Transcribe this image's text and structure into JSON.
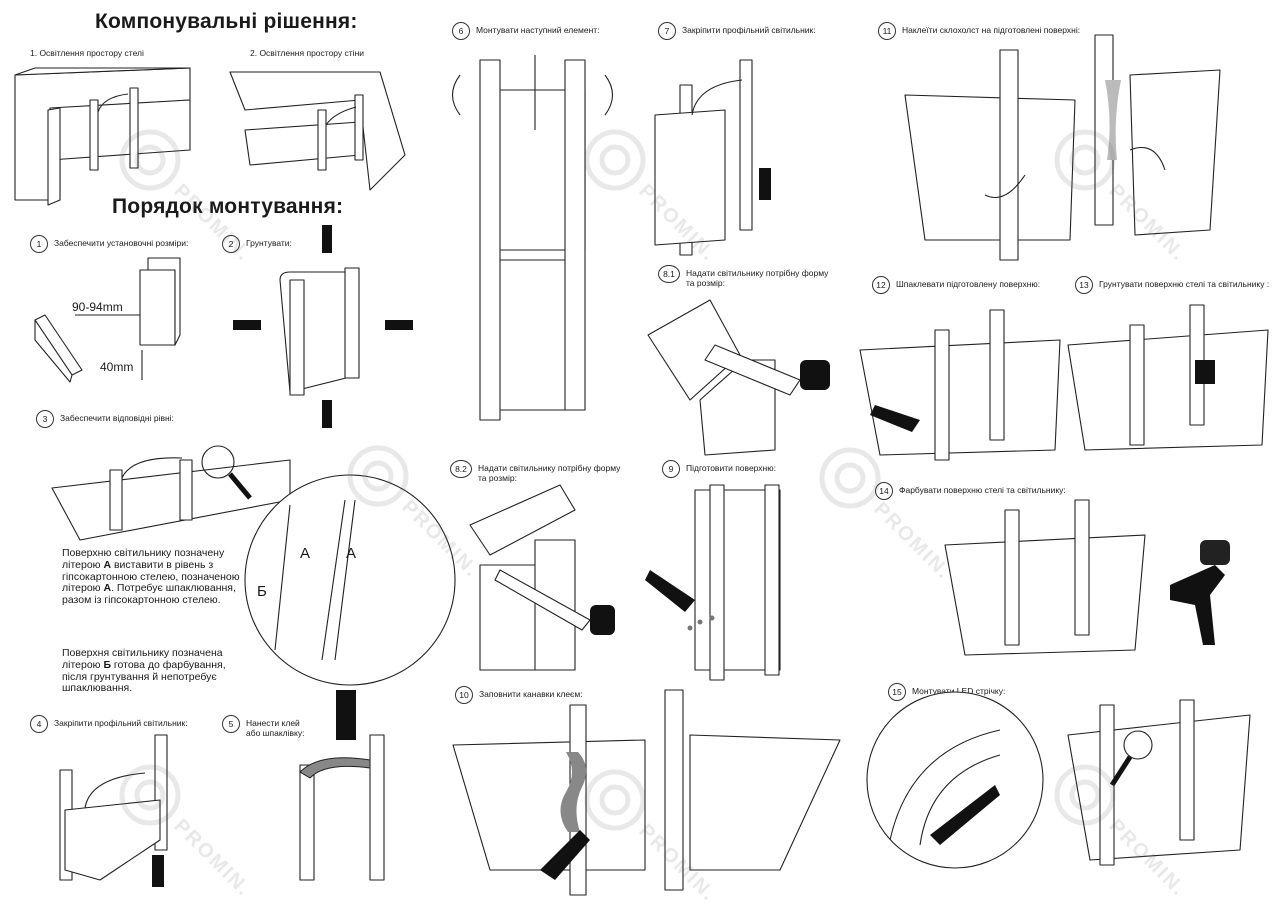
{
  "headings": {
    "solutions": "Компонувальні рішення:",
    "order": "Порядок монтування:"
  },
  "solutions": [
    {
      "label": "1. Освітлення простору стелі"
    },
    {
      "label": "2. Освітлення простору стіни"
    }
  ],
  "steps": [
    {
      "num": "1",
      "text": "Забеспечити установочні розміри:"
    },
    {
      "num": "2",
      "text": "Грунтувати:"
    },
    {
      "num": "3",
      "text": "Забеспечити відповідні рівні:"
    },
    {
      "num": "4",
      "text": "Закріпити профільний світильник:"
    },
    {
      "num": "5",
      "text": "Нанести клей\nабо шпаклівку:"
    },
    {
      "num": "6",
      "text": "Монтувати наступний елемент:"
    },
    {
      "num": "7",
      "text": "Закріпити профільний світильник:"
    },
    {
      "num": "8.1",
      "text": "Надати світильнику потрібну форму\nта розмір:"
    },
    {
      "num": "8.2",
      "text": "Надати світильнику потрібну форму\nта розмір:"
    },
    {
      "num": "9",
      "text": "Підготовити поверхню:"
    },
    {
      "num": "10",
      "text": "Заповнити канавки клеєм:"
    },
    {
      "num": "11",
      "text": "Наклеїти склохолст на підготовлені поверхні:"
    },
    {
      "num": "12",
      "text": "Шпаклевати підготовлену поверхню:"
    },
    {
      "num": "13",
      "text": "Грунтувати поверхню стелі та світильнику :"
    },
    {
      "num": "14",
      "text": "Фарбувати поверхню стелі та світильнику:"
    },
    {
      "num": "15",
      "text": "Монтувати LED стрічку:"
    }
  ],
  "dimensions": {
    "width": "90-94mm",
    "height": "40mm"
  },
  "step3_letters": {
    "a1": "A",
    "a2": "A",
    "b": "Б"
  },
  "step3_note": {
    "p1_pre": "Поверхню світильнику позначену літерою ",
    "p1_a": "А",
    "p1_mid": " виставити в рівень з гіпсокартонною стелею, позначеною літерою ",
    "p1_a2": "А",
    "p1_post": ". Потребує шпаклювання, разом із гіпсокартонною стелею.",
    "p2_pre": "Поверхня світильнику позначена літерою ",
    "p2_b": "Б",
    "p2_post": " готова до фарбування, після грунтування й непотребує шпаклювання."
  },
  "watermark": "PROMIN."
}
